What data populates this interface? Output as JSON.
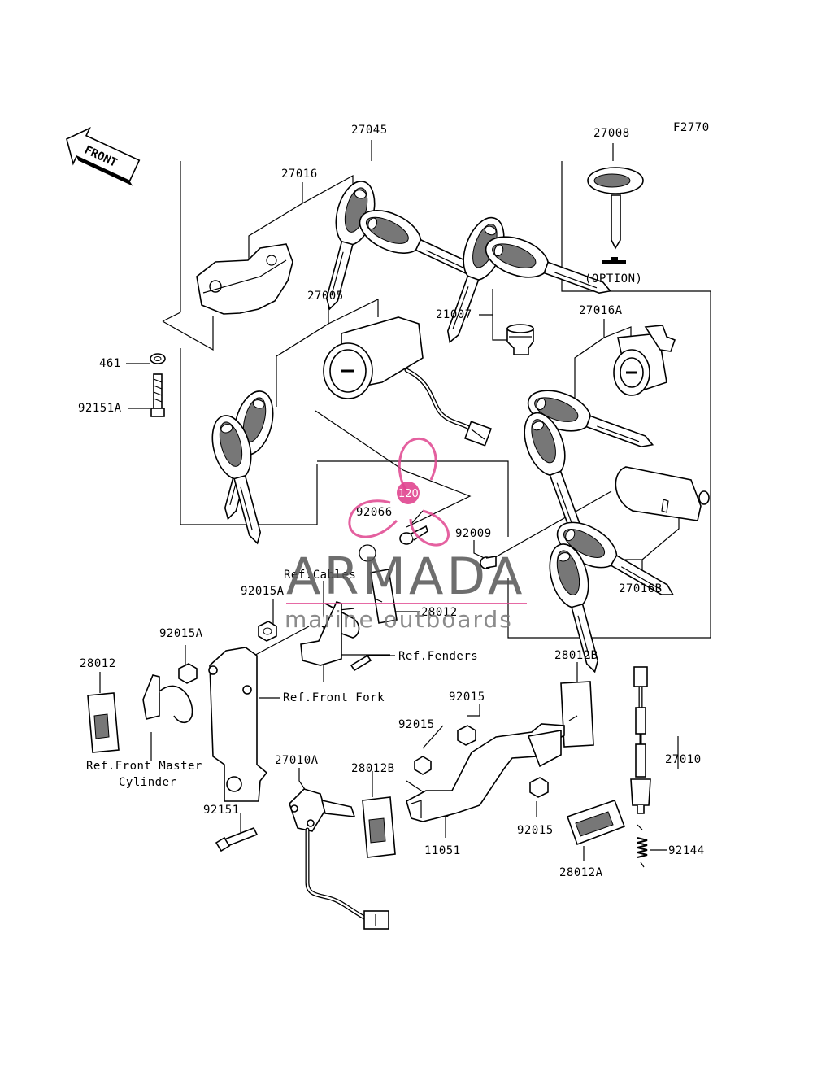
{
  "figure": {
    "code": "F2770",
    "front_label": "FRONT",
    "option_label": "(OPTION)"
  },
  "parts": {
    "p27045": "27045",
    "p27016": "27016",
    "p27008": "27008",
    "p27005": "27005",
    "p21007": "21007",
    "p27016A": "27016A",
    "p461": "461",
    "p92151A": "92151A",
    "p92066": "92066",
    "p92009": "92009",
    "p27016B": "27016B",
    "p92015A_1": "92015A",
    "p28012_1": "28012",
    "p92015A_2": "92015A",
    "p28012_2": "28012",
    "p28012B_1": "28012B",
    "p92015_1": "92015",
    "p92015_2": "92015",
    "p27010A": "27010A",
    "p28012B_2": "28012B",
    "p27010": "27010",
    "p92151": "92151",
    "p11051": "11051",
    "p92015_3": "92015",
    "p92144": "92144",
    "p28012A": "28012A"
  },
  "references": {
    "cables": "Ref.Cables",
    "fenders": "Ref.Fenders",
    "front_fork": "Ref.Front Fork",
    "master_cyl_1": "Ref.Front Master",
    "master_cyl_2": "Cylinder"
  },
  "watermark": {
    "badge": "120",
    "title": "ARMADA",
    "subtitle": "marine outboards",
    "colors": {
      "logo": "#e0458f",
      "text": "#555555"
    }
  }
}
